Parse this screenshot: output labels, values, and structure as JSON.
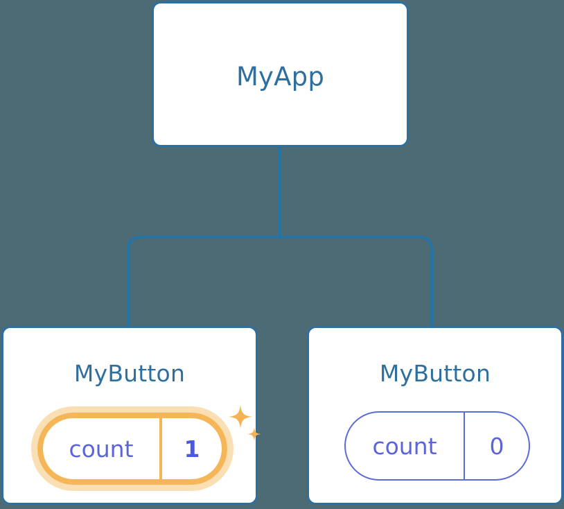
{
  "diagram": {
    "background_color": "#4c6b75",
    "node_border_color": "#2e6f9e",
    "label_color": "#2e6f9e",
    "pill_color": "#5b6bd6",
    "highlight_color": "#f5b658",
    "highlight_glow_color": "#fbdfb4",
    "sparkle_color": "#f5b254",
    "connector_color": "#2273a8"
  },
  "root": {
    "label": "MyApp"
  },
  "children": [
    {
      "label": "MyButton",
      "state": {
        "key": "count",
        "value": "1"
      },
      "highlighted": true,
      "sparkle_large": "sparkle-icon",
      "sparkle_small": "sparkle-icon"
    },
    {
      "label": "MyButton",
      "state": {
        "key": "count",
        "value": "0"
      },
      "highlighted": false
    }
  ]
}
